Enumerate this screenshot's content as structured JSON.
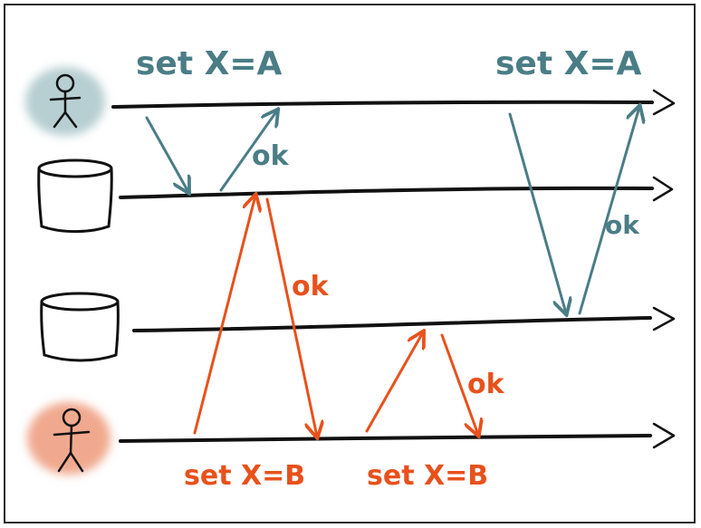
{
  "colors": {
    "teal": "#4a7d86",
    "orange": "#e8511c",
    "ink": "#111111",
    "teal_blob": "#b7cfd2",
    "orange_blob": "#f0a98e"
  },
  "actors": [
    {
      "id": "client-1",
      "icon": "stick-figure-icon",
      "color": "teal"
    },
    {
      "id": "replica-1",
      "icon": "database-cylinder-icon"
    },
    {
      "id": "replica-2",
      "icon": "database-cylinder-icon"
    },
    {
      "id": "client-2",
      "icon": "stick-figure-icon",
      "color": "orange"
    }
  ],
  "labels": {
    "teal_set_1": "set X=A",
    "teal_set_2": "set X=A",
    "teal_ok_1": "ok",
    "teal_ok_2": "ok",
    "orange_set_1": "set X=B",
    "orange_set_2": "set X=B",
    "orange_ok_1": "ok",
    "orange_ok_2": "ok"
  }
}
